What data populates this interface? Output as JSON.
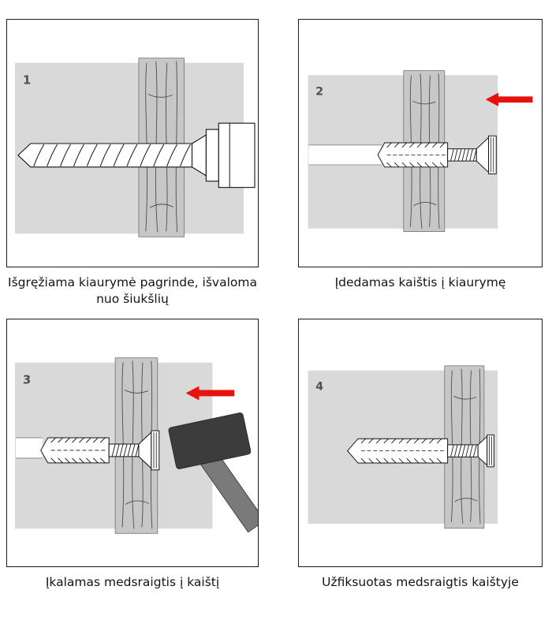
{
  "colors": {
    "arrow_red": "#e8120d",
    "wall_gray": "#d9d9d9",
    "strip_gray": "#c7c7c7",
    "panel_border": "#1b1b1b"
  },
  "panels": [
    {
      "number": "1",
      "caption": "Išgręžiama kiaurymė pagrinde, išvaloma nuo šiukšlių"
    },
    {
      "number": "2",
      "caption": "Įdedamas kaištis į kiaurymę"
    },
    {
      "number": "3",
      "caption": "Įkalamas medsraigtis į kaištį"
    },
    {
      "number": "4",
      "caption": "Užfiksuotas medsraigtis kaištyje"
    }
  ]
}
